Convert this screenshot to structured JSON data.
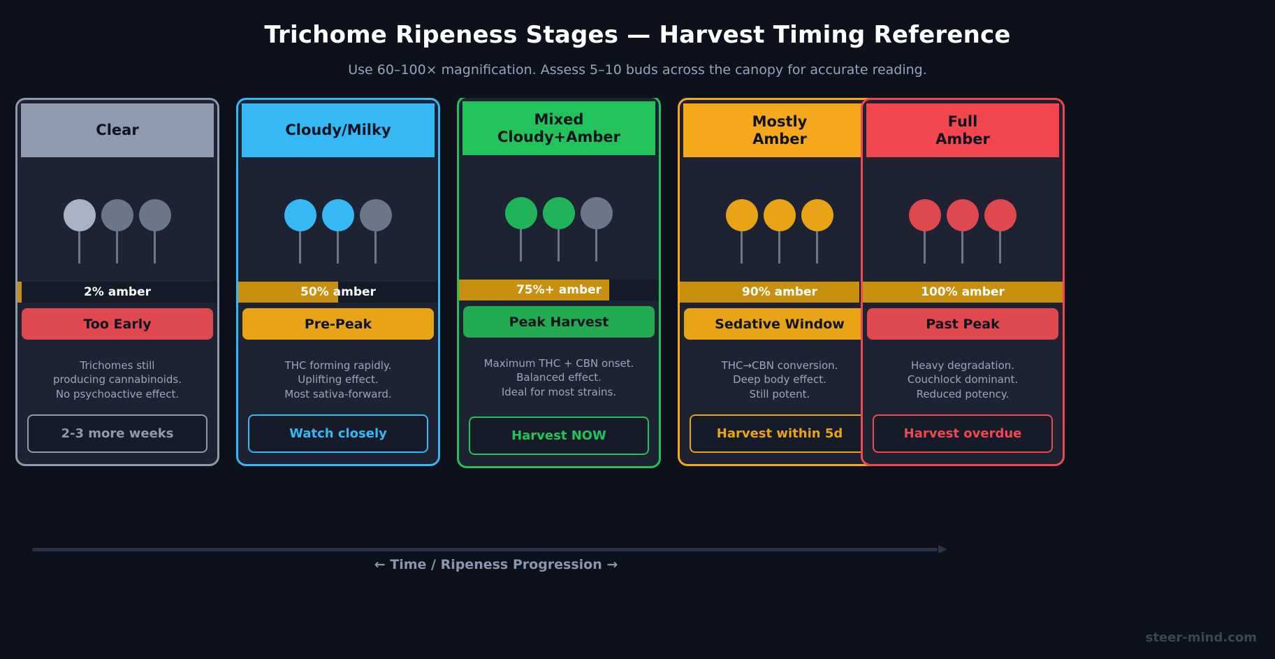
{
  "header": {
    "title": "Trichome Ripeness Stages — Harvest Timing Reference",
    "subtitle": "Use 60–100× magnification. Assess 5–10 buds across the canopy for accurate reading."
  },
  "colors": {
    "background": "#0d111b",
    "card_surface": "#1d2333",
    "meter_track": "#141a28",
    "meter_fill": "#c8900e",
    "stalk": "#6b7689",
    "muted_text": "#9aa6ba",
    "timeline": "#2b3447"
  },
  "cards": [
    {
      "stage": "Clear",
      "accent": "#8e9aad",
      "trichome_colors": [
        "#a7b2c4",
        "#6b7689",
        "#6b7689"
      ],
      "amber_label": "2% amber",
      "amber_percent": 2,
      "verdict": "Too Early",
      "verdict_color": "#e04850",
      "description": "Trichomes still\nproducing cannabinoids.\nNo psychoactive effect.",
      "cta": "2-3 more weeks",
      "cta_color": "#8e9aad"
    },
    {
      "stage": "Cloudy/Milky",
      "accent": "#36b8f5",
      "trichome_colors": [
        "#36b8f5",
        "#36b8f5",
        "#6b7689"
      ],
      "amber_label": "50% amber",
      "amber_percent": 50,
      "verdict": "Pre-Peak",
      "verdict_color": "#e8a317",
      "description": "THC forming rapidly.\nUplifting effect.\nMost sativa-forward.",
      "cta": "Watch closely",
      "cta_color": "#36b8f5"
    },
    {
      "stage": "Mixed\nCloudy+Amber",
      "accent": "#21c35a",
      "trichome_colors": [
        "#21b35a",
        "#21b35a",
        "#6b7689"
      ],
      "amber_label": "75%+ amber",
      "amber_percent": 75,
      "verdict": "Peak Harvest",
      "verdict_color": "#23ab52",
      "description": "Maximum THC + CBN onset.\nBalanced effect.\nIdeal for most strains.",
      "cta": "Harvest NOW",
      "cta_color": "#21c35a"
    },
    {
      "stage": "Mostly\nAmber",
      "accent": "#f5a81c",
      "trichome_colors": [
        "#e8a317",
        "#e8a317",
        "#e8a317"
      ],
      "amber_label": "90% amber",
      "amber_percent": 90,
      "verdict": "Sedative Window",
      "verdict_color": "#e8a317",
      "description": "THC→CBN conversion.\nDeep body effect.\nStill potent.",
      "cta": "Harvest within 5d",
      "cta_color": "#e8a317"
    },
    {
      "stage": "Full\nAmber",
      "accent": "#f2474f",
      "trichome_colors": [
        "#e04850",
        "#e04850",
        "#e04850"
      ],
      "amber_label": "100% amber",
      "amber_percent": 100,
      "verdict": "Past Peak",
      "verdict_color": "#e04850",
      "description": "Heavy degradation.\nCouchlock dominant.\nReduced potency.",
      "cta": "Harvest overdue",
      "cta_color": "#f2474f"
    }
  ],
  "timeline": {
    "caption": "← Time / Ripeness Progression →"
  },
  "watermark": "steer-mind.com"
}
